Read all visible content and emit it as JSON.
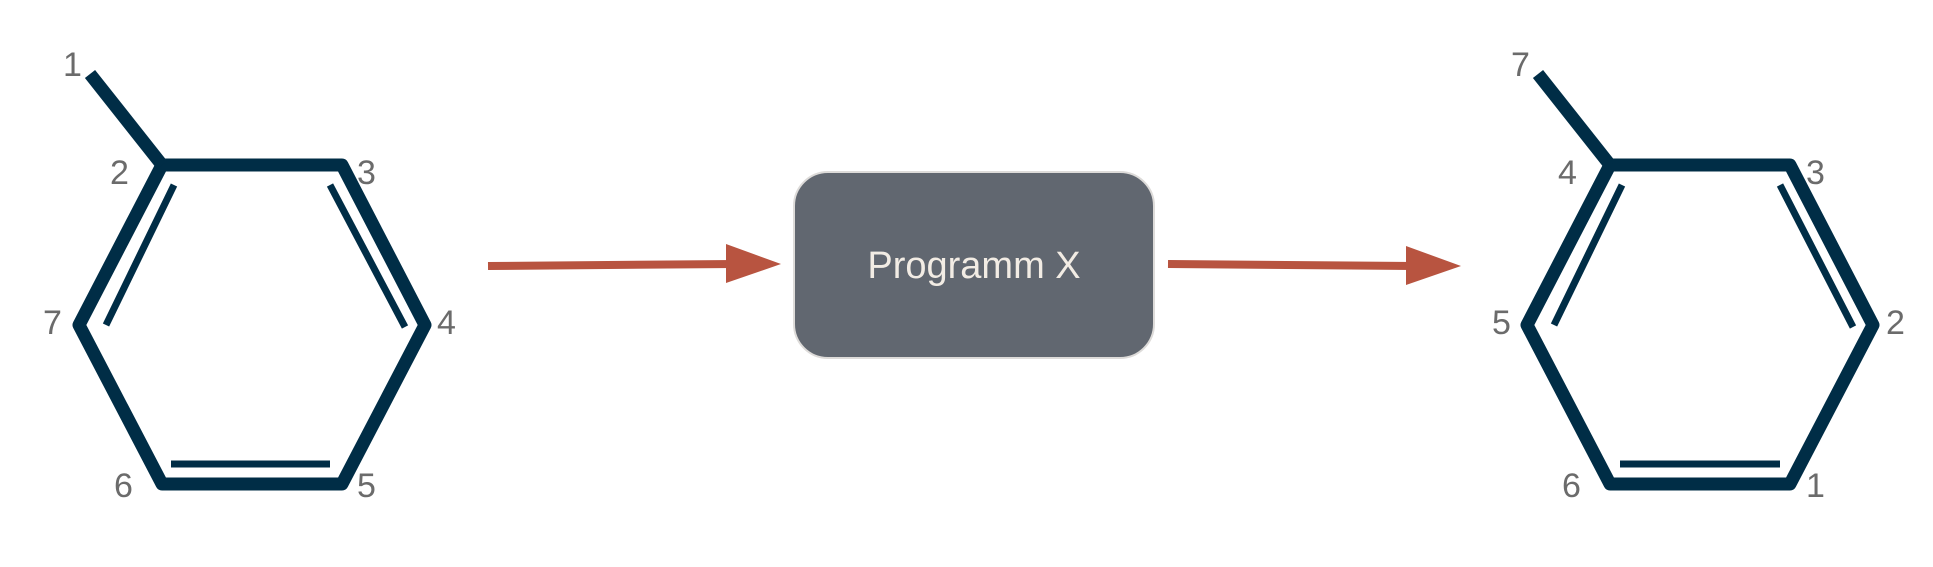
{
  "colors": {
    "bond": "#002d46",
    "arrow": "#b85440",
    "box_fill": "#616770",
    "box_border": "#dddbd9",
    "label": "#6b6b6b",
    "box_text": "#f2ece4"
  },
  "left_molecule": {
    "labels": {
      "methyl": "1",
      "c_top_left": "2",
      "c_top_right": "3",
      "c_right": "4",
      "c_bottom_right": "5",
      "c_bottom_left": "6",
      "c_left": "7"
    }
  },
  "process": {
    "label": "Programm X"
  },
  "right_molecule": {
    "labels": {
      "methyl": "7",
      "c_top_left": "4",
      "c_top_right": "3",
      "c_right": "2",
      "c_bottom_right": "1",
      "c_bottom_left": "6",
      "c_left": "5"
    }
  }
}
